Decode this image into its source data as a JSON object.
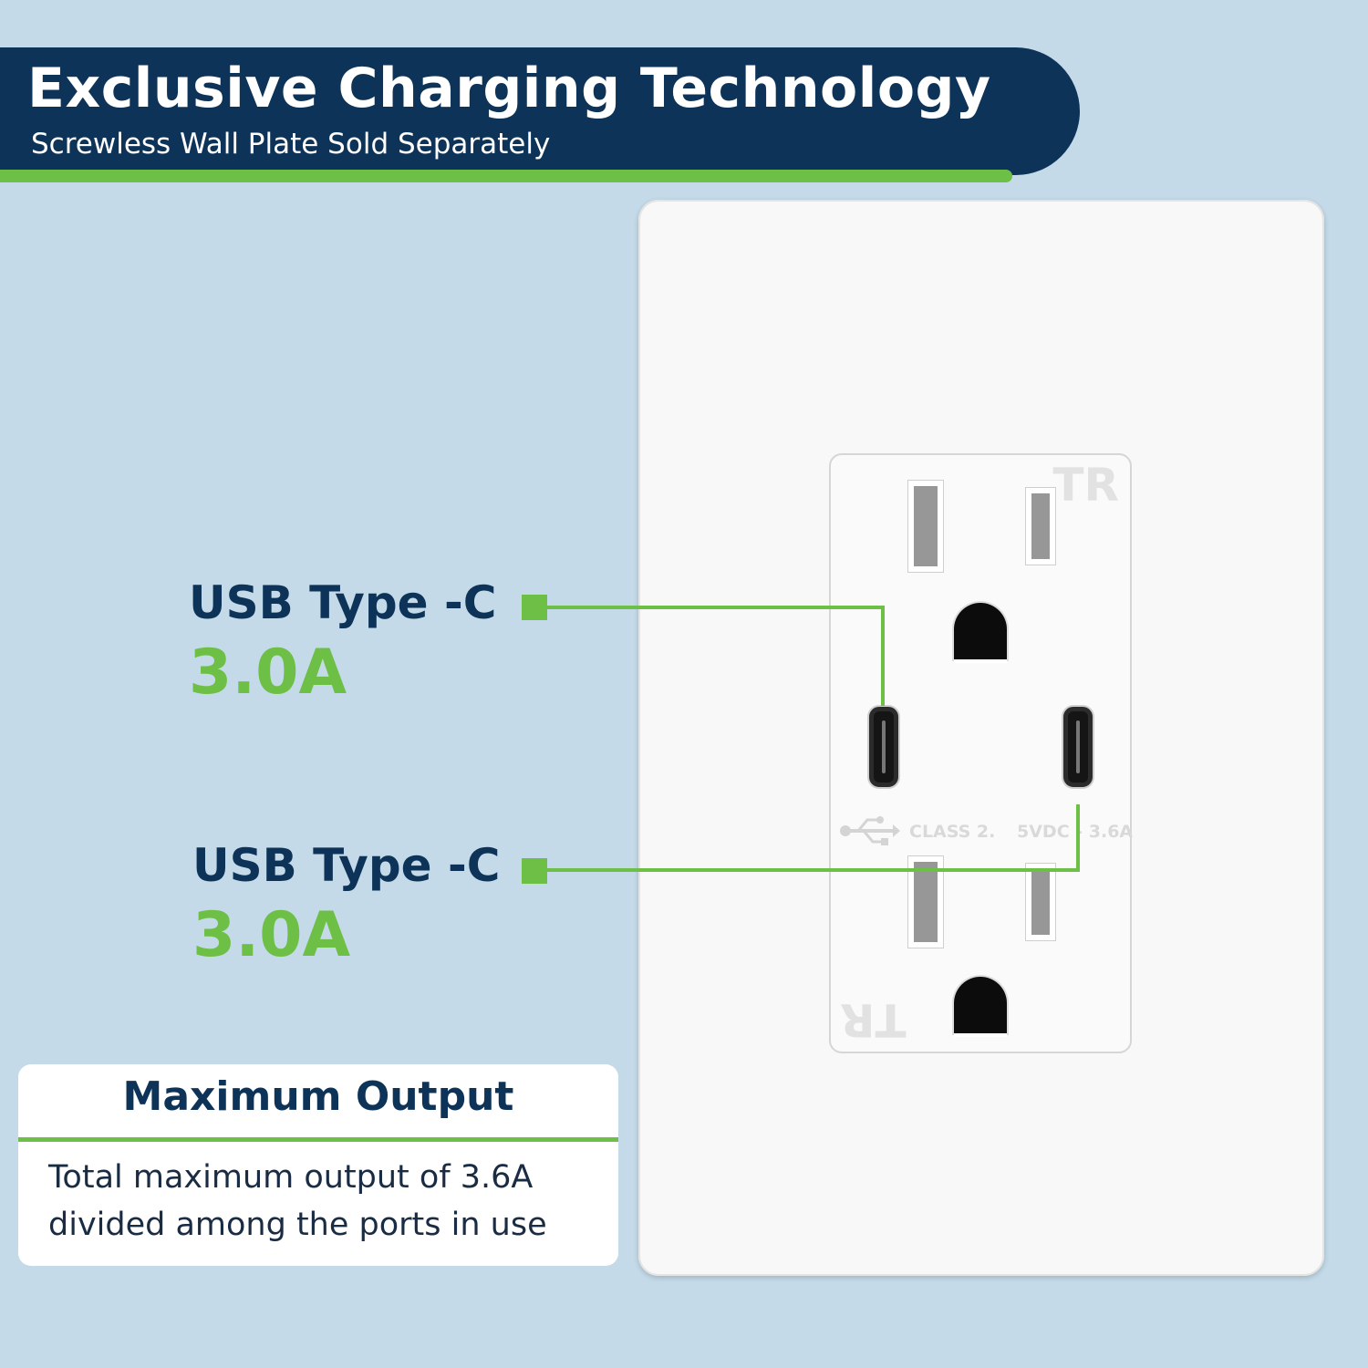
{
  "banner": {
    "title": "Exclusive Charging Technology",
    "subtitle": "Screwless Wall Plate Sold Separately"
  },
  "callouts": [
    {
      "label": "USB Type -C",
      "value": "3.0A"
    },
    {
      "label": "USB Type -C",
      "value": "3.0A"
    }
  ],
  "outlet": {
    "marking_top": "TR",
    "marking_bottom": "TR",
    "class_text": "CLASS 2.",
    "rating_text": "5VDC - 3.6A",
    "usb_symbol_icon": "usb-trident-icon"
  },
  "info_box": {
    "title": "Maximum Output",
    "body": "Total maximum output of 3.6A divided among the ports in use"
  },
  "colors": {
    "background": "#c4dae8",
    "navy": "#0d3358",
    "green": "#6dbf45"
  }
}
